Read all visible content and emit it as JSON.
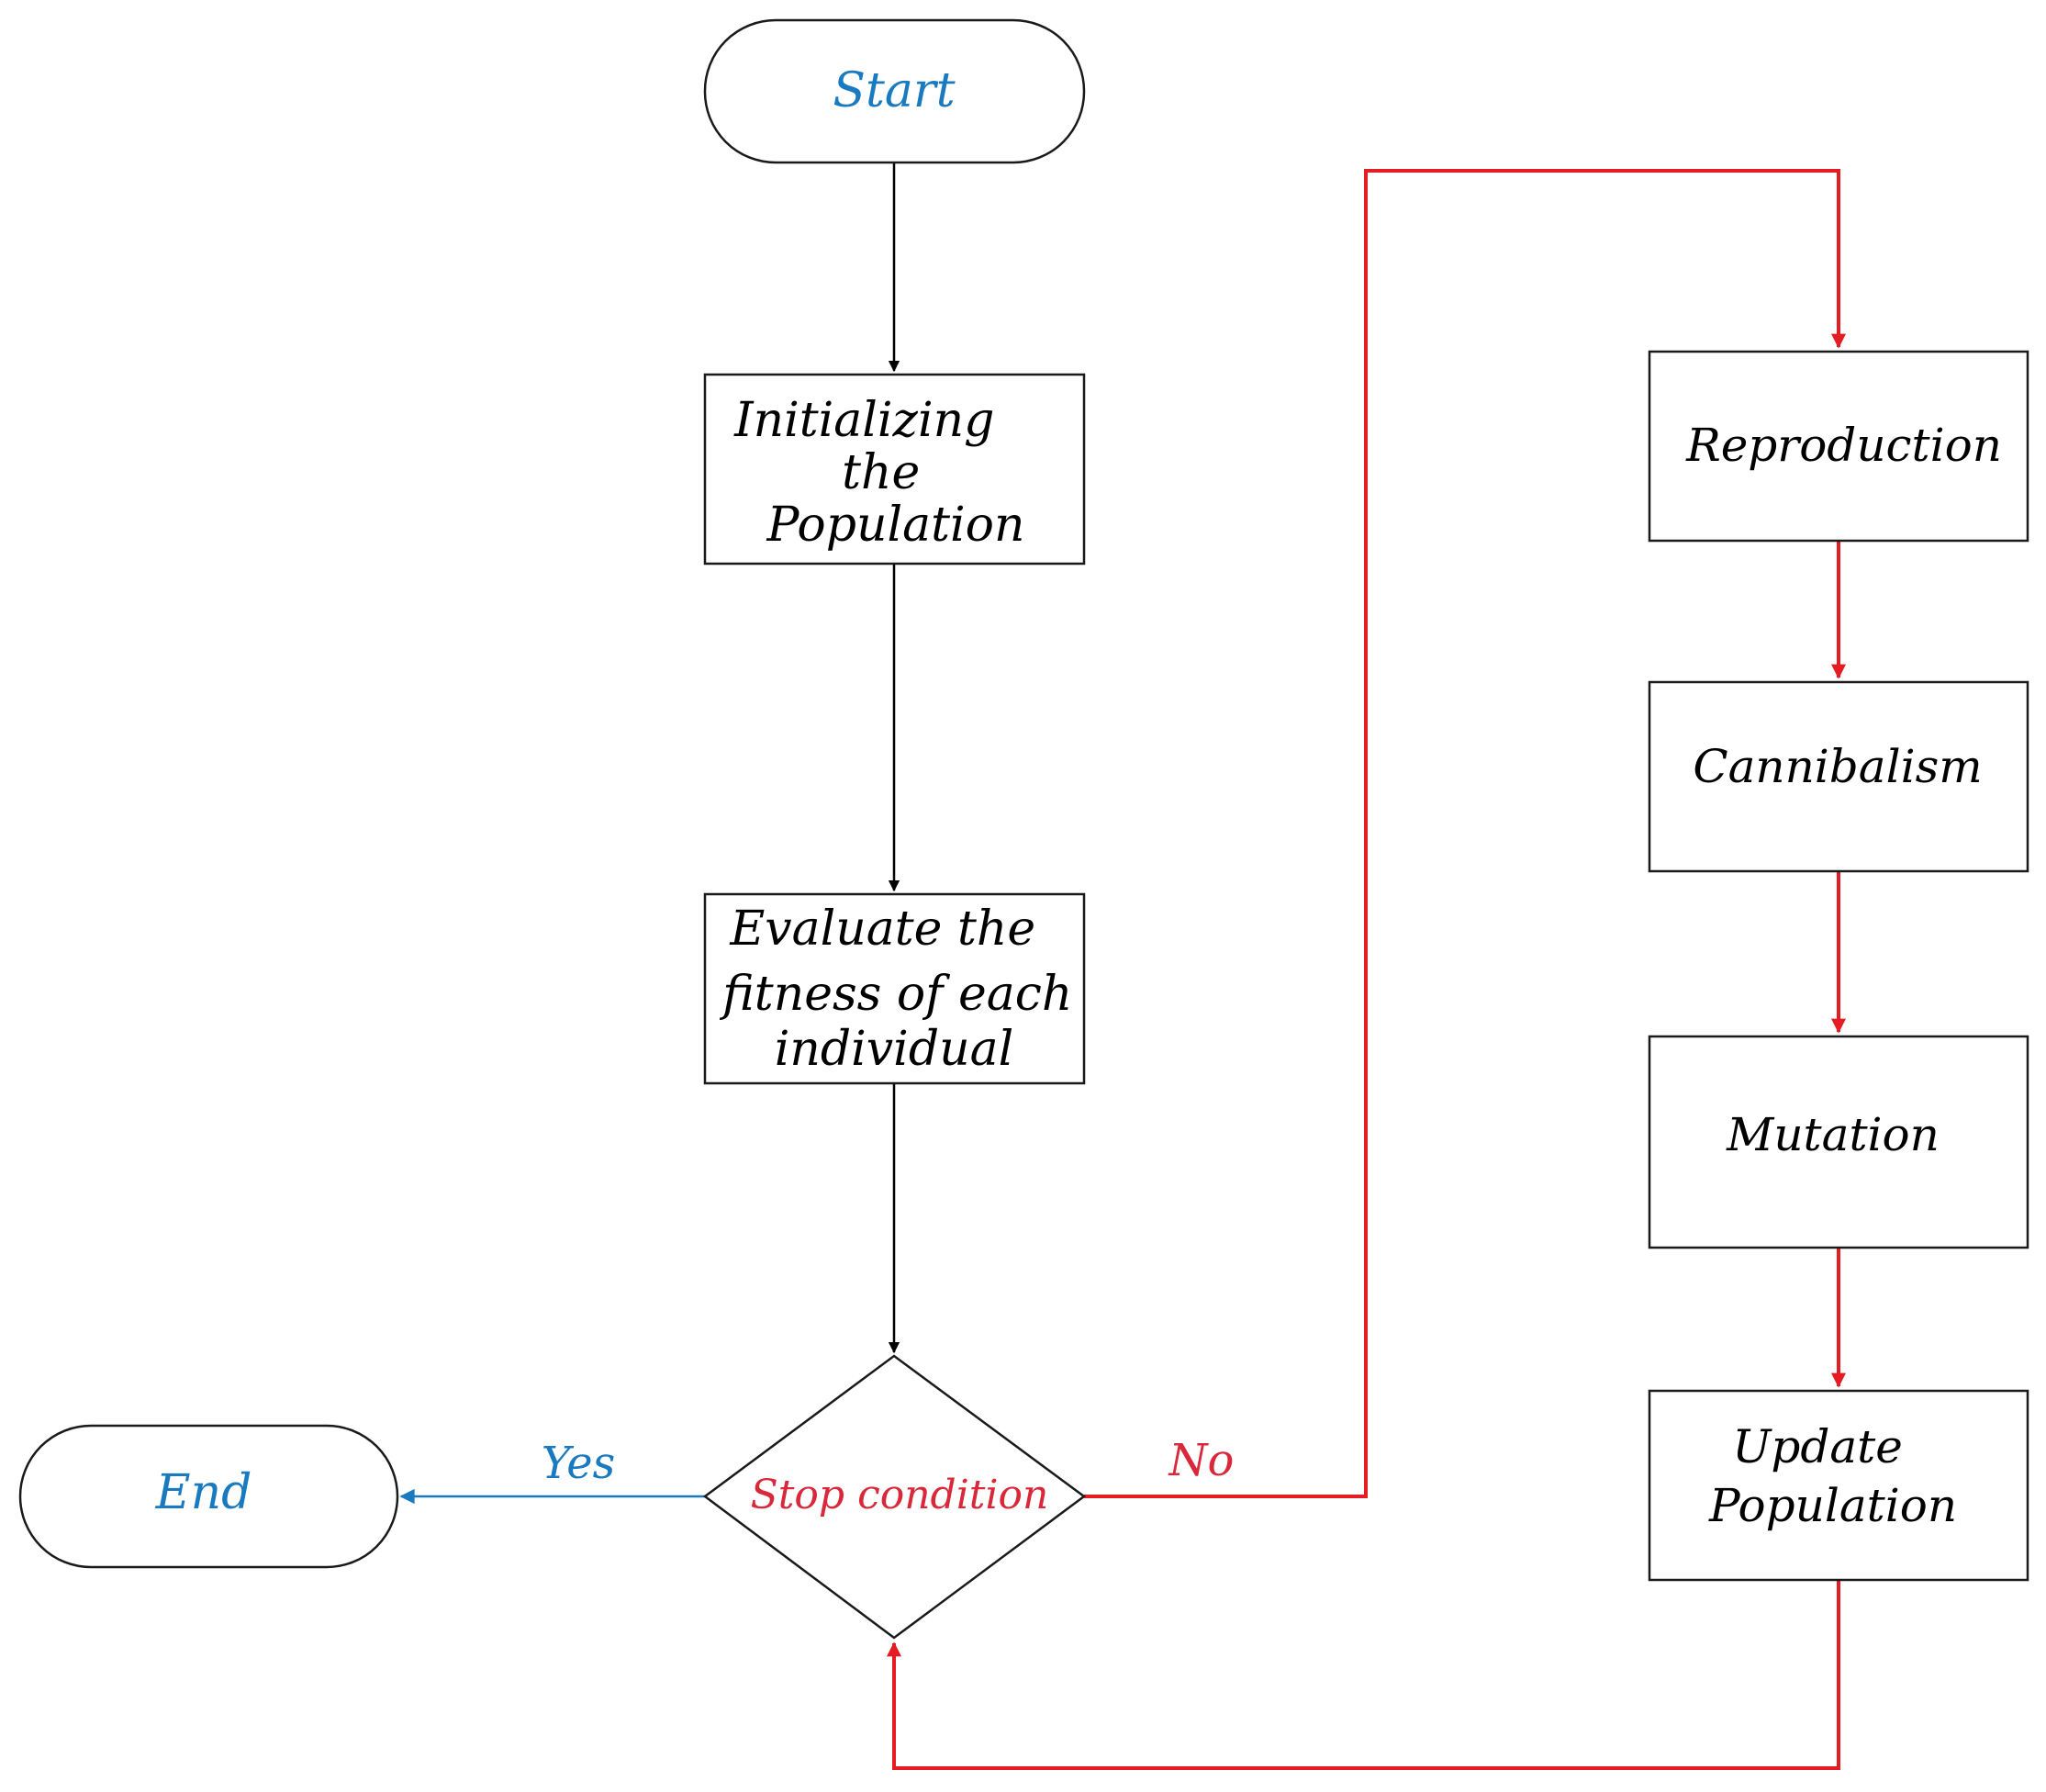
{
  "colors": {
    "outline": "#1a1a1a",
    "normal_flow": "#000000",
    "loop_flow": "#e41c23",
    "terminal_text": "#1a7ac0",
    "yes_flow": "#1a7ac0",
    "decision_text": "#d9283a"
  },
  "nodes": {
    "start": {
      "label": "Start"
    },
    "init": {
      "lines": [
        "Initializing",
        "the",
        "Population"
      ]
    },
    "evaluate": {
      "lines": [
        "Evaluate the",
        "fitness of each",
        "individual"
      ]
    },
    "decision": {
      "label": "Stop condition"
    },
    "end": {
      "label": "End"
    },
    "reproduction": {
      "label": "Reproduction"
    },
    "cannibalism": {
      "label": "Cannibalism"
    },
    "mutation": {
      "label": "Mutation"
    },
    "update": {
      "lines": [
        "Update",
        "Population"
      ]
    }
  },
  "edges": {
    "yes_label": "Yes",
    "no_label": "No"
  }
}
